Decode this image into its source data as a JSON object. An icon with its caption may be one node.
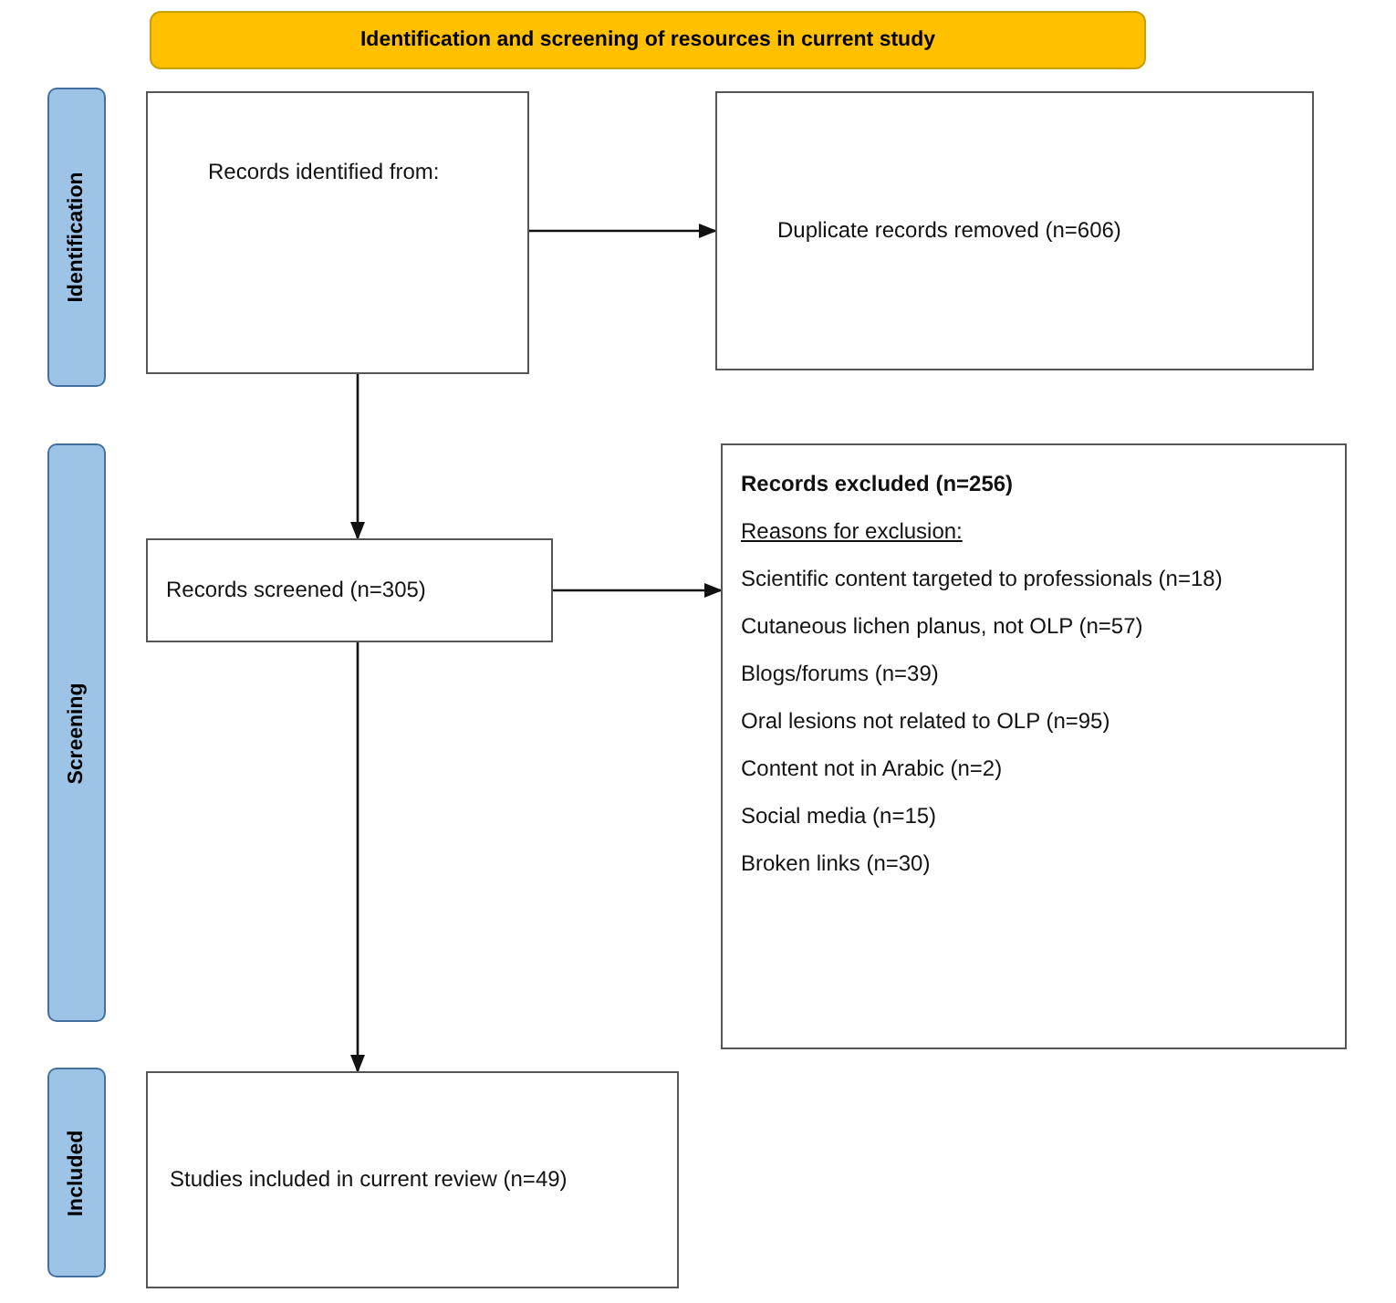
{
  "diagram": {
    "nodes": [
      {
        "text": [
          "Identification and screening of resources in current study"
        ]
      },
      {
        "text": [
          "Identification"
        ]
      },
      {
        "text": [
          "Screening"
        ]
      },
      {
        "text": [
          "Included"
        ]
      },
      {
        "text": [
          "Records identified from:"
        ]
      },
      {
        "text": [
          "Duplicate records removed (n=606)"
        ]
      },
      {
        "text": [
          "Records screened (n=305)"
        ]
      },
      {
        "text": [
          "Records excluded (n=256)",
          "Reasons for exclusion:",
          "Scientific content targeted to professionals (n=18)",
          "Cutaneous lichen planus, not OLP (n=57)",
          "Blogs/forums (n=39)",
          "Oral lesions not related to OLP (n=95)",
          "Content not in Arabic (n=2)",
          "Social media (n=15)",
          "Broken links (n=30)"
        ]
      },
      {
        "text": [
          "Studies included in current review (n=49)"
        ]
      }
    ],
    "edges": [
      {
        "from": 4,
        "to": 5,
        "arrow": "to"
      },
      {
        "from": 4,
        "to": 6,
        "arrow": "to"
      },
      {
        "from": 6,
        "to": 7,
        "arrow": "to"
      },
      {
        "from": 6,
        "to": 8,
        "arrow": "to"
      }
    ]
  }
}
